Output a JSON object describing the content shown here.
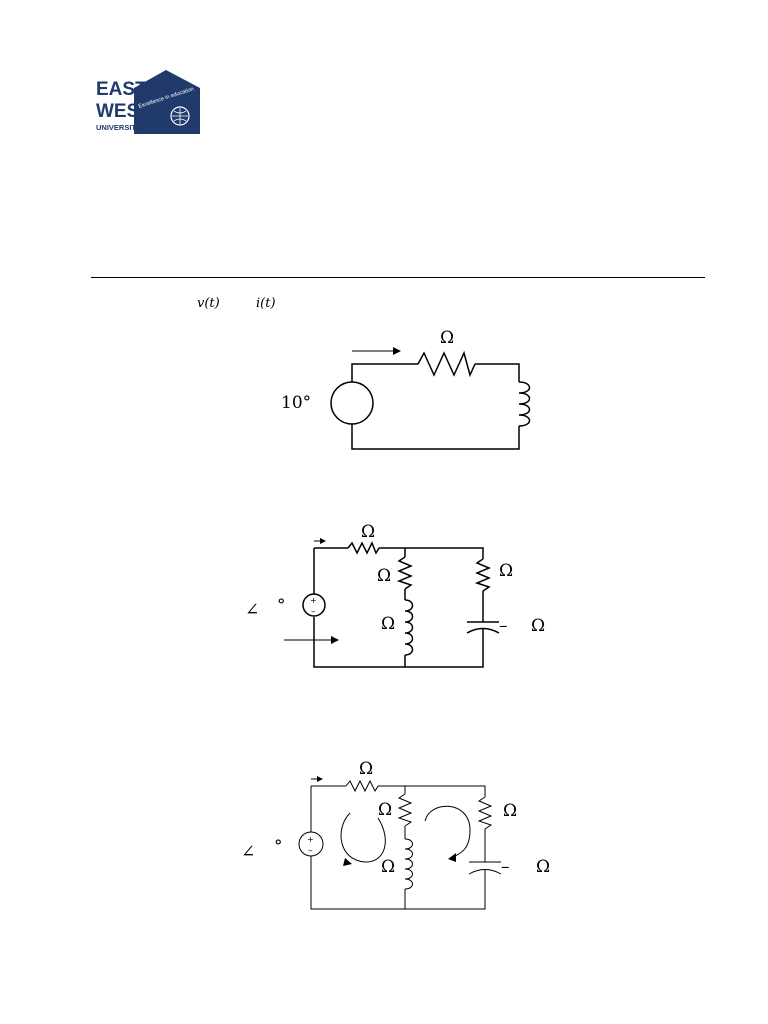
{
  "header": {
    "logo": {
      "line1": "EAST",
      "line2": "WEST",
      "line3": "UNIVERSITY",
      "motto": "Excellence in education",
      "color": "#1f3a6b"
    }
  },
  "question": {
    "v_symbol": "v(t)",
    "i_symbol": "i(t)"
  },
  "circuit1": {
    "source_label": "10°",
    "resistor_unit": "Ω"
  },
  "circuit2": {
    "angle_symbol": "∠",
    "degree_symbol": "°",
    "r_series_unit": "Ω",
    "r_mid_unit": "Ω",
    "l_mid_unit": "Ω",
    "r_right_unit": "Ω",
    "c_right_unit": "Ω",
    "c_dash": "–"
  },
  "circuit3": {
    "angle_symbol": "∠",
    "degree_symbol": "°",
    "r_series_unit": "Ω",
    "r_mid_unit": "Ω",
    "l_mid_unit": "Ω",
    "r_right_unit": "Ω",
    "c_right_unit": "Ω",
    "c_dash": "–"
  }
}
